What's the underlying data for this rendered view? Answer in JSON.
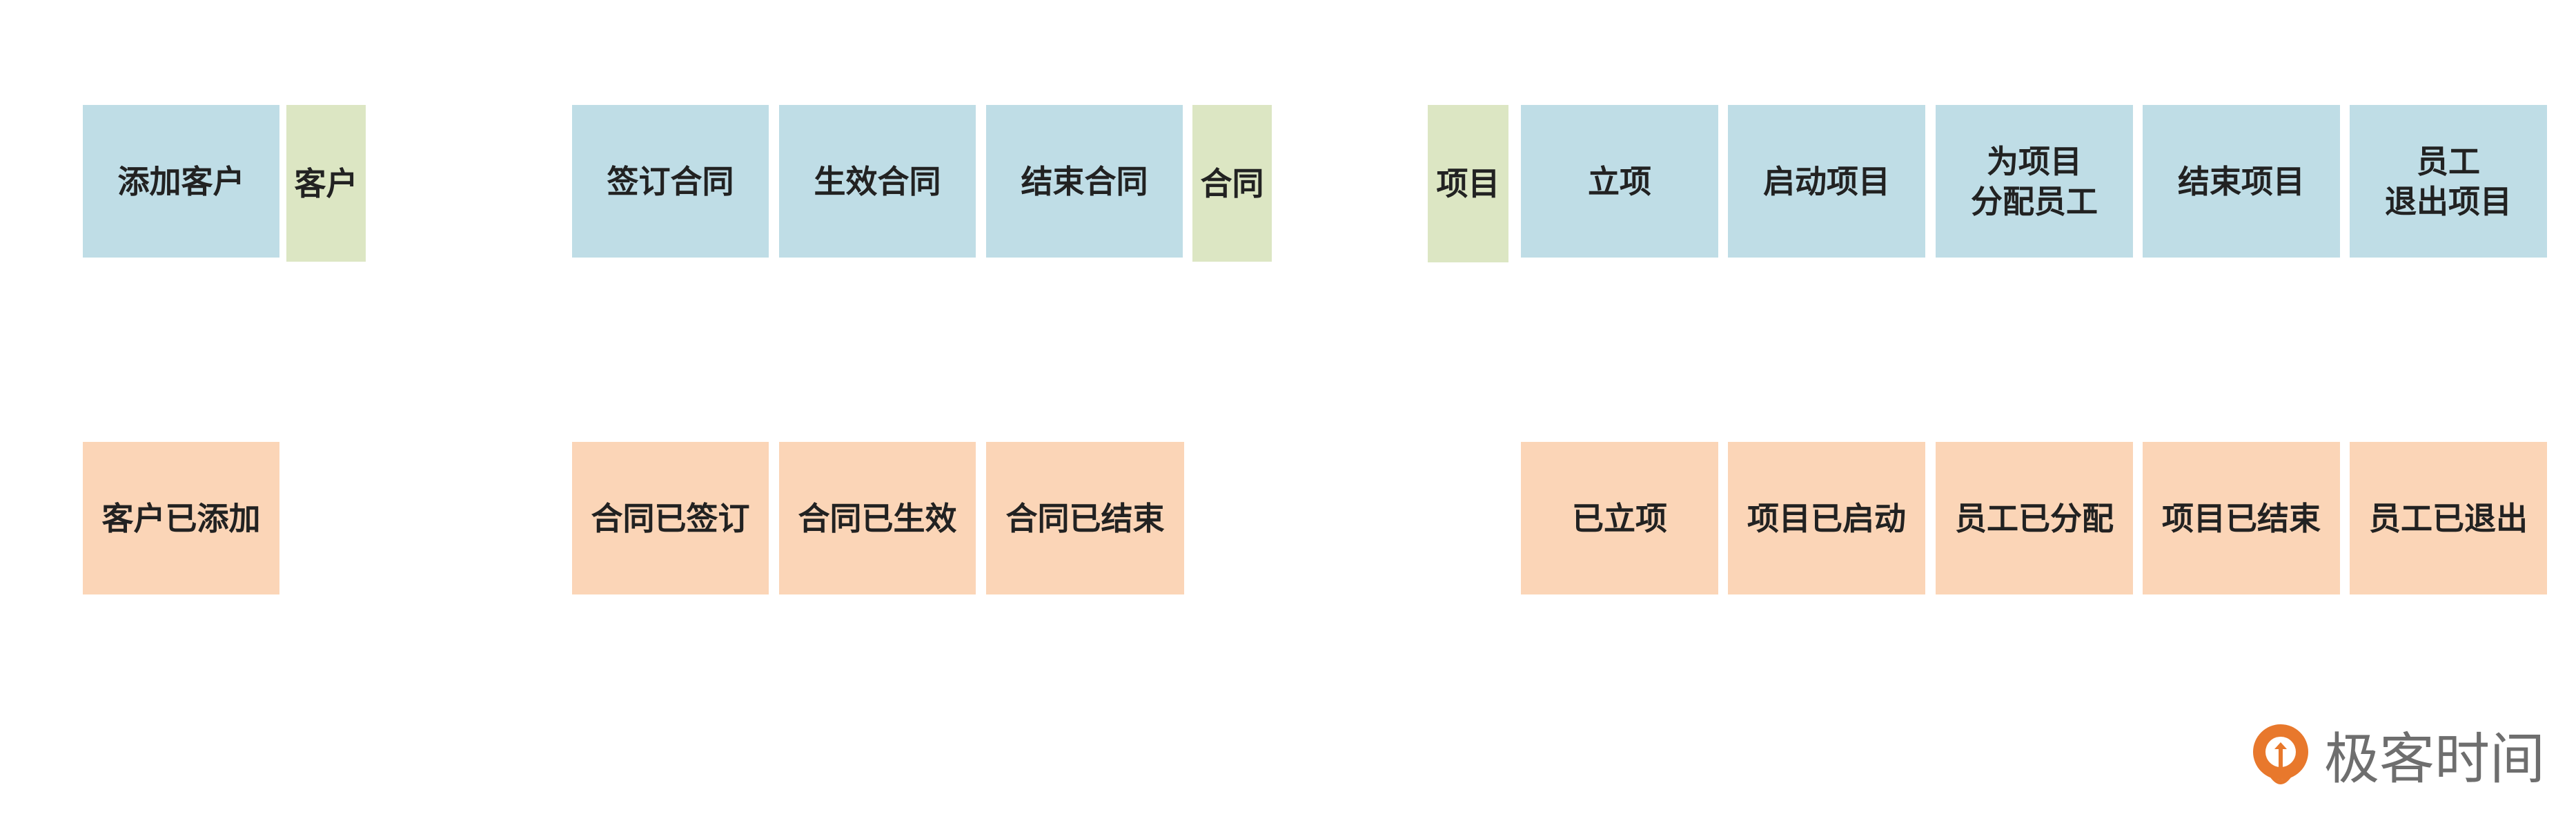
{
  "groups": {
    "customer": {
      "command_add": "添加客户",
      "aggregate": "客户",
      "event_added": "客户已添加"
    },
    "contract": {
      "command_sign": "签订合同",
      "command_effect": "生效合同",
      "command_end": "结束合同",
      "aggregate": "合同",
      "event_signed": "合同已签订",
      "event_effected": "合同已生效",
      "event_ended": "合同已结束"
    },
    "project": {
      "aggregate": "项目",
      "command_establish": "立项",
      "command_start": "启动项目",
      "command_assign": "为项目\n分配员工",
      "command_end": "结束项目",
      "command_exit": "员工\n退出项目",
      "event_established": "已立项",
      "event_started": "项目已启动",
      "event_assigned": "员工已分配",
      "event_ended": "项目已结束",
      "event_exited": "员工已退出"
    }
  },
  "logo": {
    "text": "极客时间",
    "icon": "geektime-logo-icon"
  },
  "colors": {
    "command": "#bfdde6",
    "aggregate": "#dce6c3",
    "event": "#fbd5b7",
    "logo_orange": "#e8782c"
  }
}
